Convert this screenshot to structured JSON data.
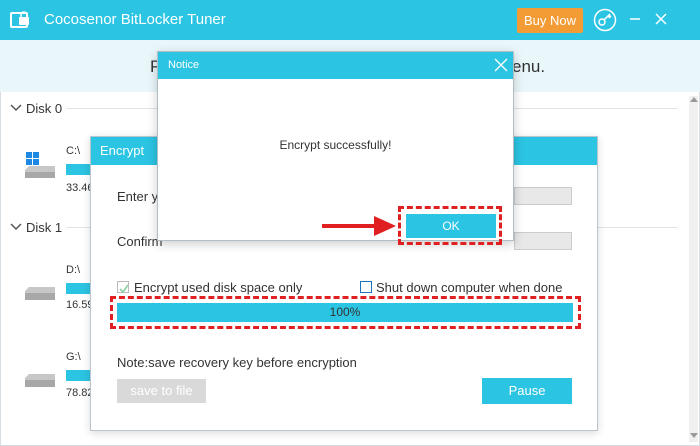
{
  "app": {
    "title": "Cocosenor BitLocker Tuner",
    "buy_label": "Buy Now",
    "accent": "#2bc4e2",
    "buy_color": "#f39c36",
    "header_left": "P",
    "header_right": "enu."
  },
  "disks": [
    {
      "label": "Disk 0",
      "drives": [
        {
          "name": "C:\\",
          "size": "33.46"
        }
      ]
    },
    {
      "label": "Disk 1",
      "drives": [
        {
          "name": "D:\\",
          "size": "16.59"
        },
        {
          "name": "G:\\",
          "size": "78.82"
        }
      ]
    }
  ],
  "encrypt": {
    "title": "Encrypt",
    "enter_label": "Enter y",
    "confirm_label": "Confirm",
    "encrypt_used_label": "Encrypt used disk space only",
    "shutdown_label": "Shut down computer when done",
    "encrypt_used_checked": true,
    "shutdown_checked": false,
    "progress_text": "100%",
    "progress_value": 100,
    "note": "Note:save recovery key before encryption",
    "save_label": "save to file",
    "pause_label": "Pause"
  },
  "notice": {
    "title": "Notice",
    "message": "Encrypt successfully!",
    "ok_label": "OK"
  },
  "annotation_color": "#e02020"
}
